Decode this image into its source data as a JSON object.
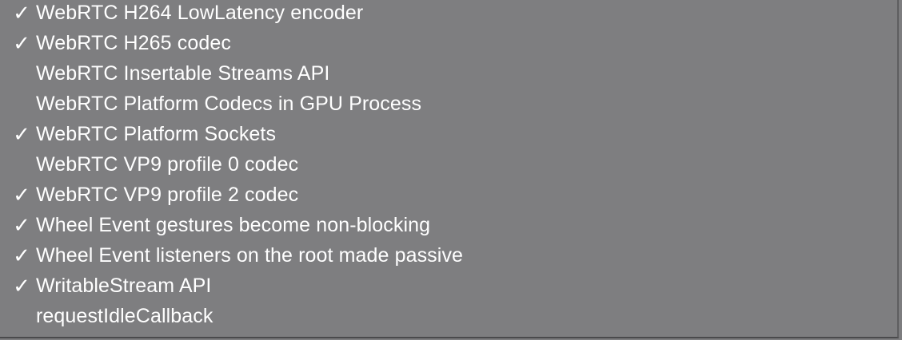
{
  "menu": {
    "items": [
      {
        "label": "WebRTC H264 LowLatency encoder",
        "checked": true
      },
      {
        "label": "WebRTC H265 codec",
        "checked": true
      },
      {
        "label": "WebRTC Insertable Streams API",
        "checked": false
      },
      {
        "label": "WebRTC Platform Codecs in GPU Process",
        "checked": false
      },
      {
        "label": "WebRTC Platform Sockets",
        "checked": true
      },
      {
        "label": "WebRTC VP9 profile 0 codec",
        "checked": false
      },
      {
        "label": "WebRTC VP9 profile 2 codec",
        "checked": true
      },
      {
        "label": "Wheel Event gestures become non-blocking",
        "checked": true
      },
      {
        "label": "Wheel Event listeners on the root made passive",
        "checked": true
      },
      {
        "label": "WritableStream API",
        "checked": true
      },
      {
        "label": "requestIdleCallback",
        "checked": false
      }
    ],
    "check_glyph": "✓"
  }
}
